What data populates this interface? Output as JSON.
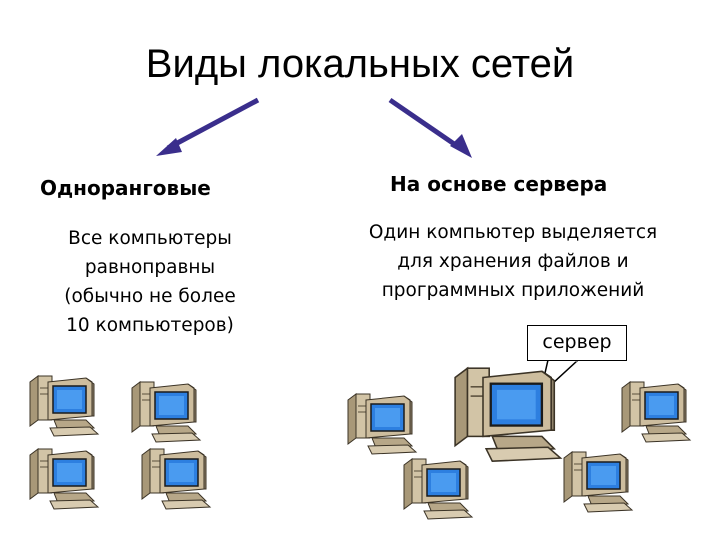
{
  "title": "Виды локальных сетей",
  "left": {
    "heading": "Одноранговые",
    "description_lines": [
      "Все компьютеры",
      "равноправны",
      "(обычно не более",
      "10 компьютеров)"
    ]
  },
  "right": {
    "heading": "На основе сервера",
    "description_lines": [
      "Один компьютер выделяется",
      "для хранения файлов и",
      "программных приложений"
    ]
  },
  "callout": "сервер",
  "colors": {
    "arrow": "#3a2e8c",
    "case": "#c9b89a",
    "screen": "#3d8ee8"
  },
  "icons": [
    "computer-icon",
    "server-icon"
  ]
}
